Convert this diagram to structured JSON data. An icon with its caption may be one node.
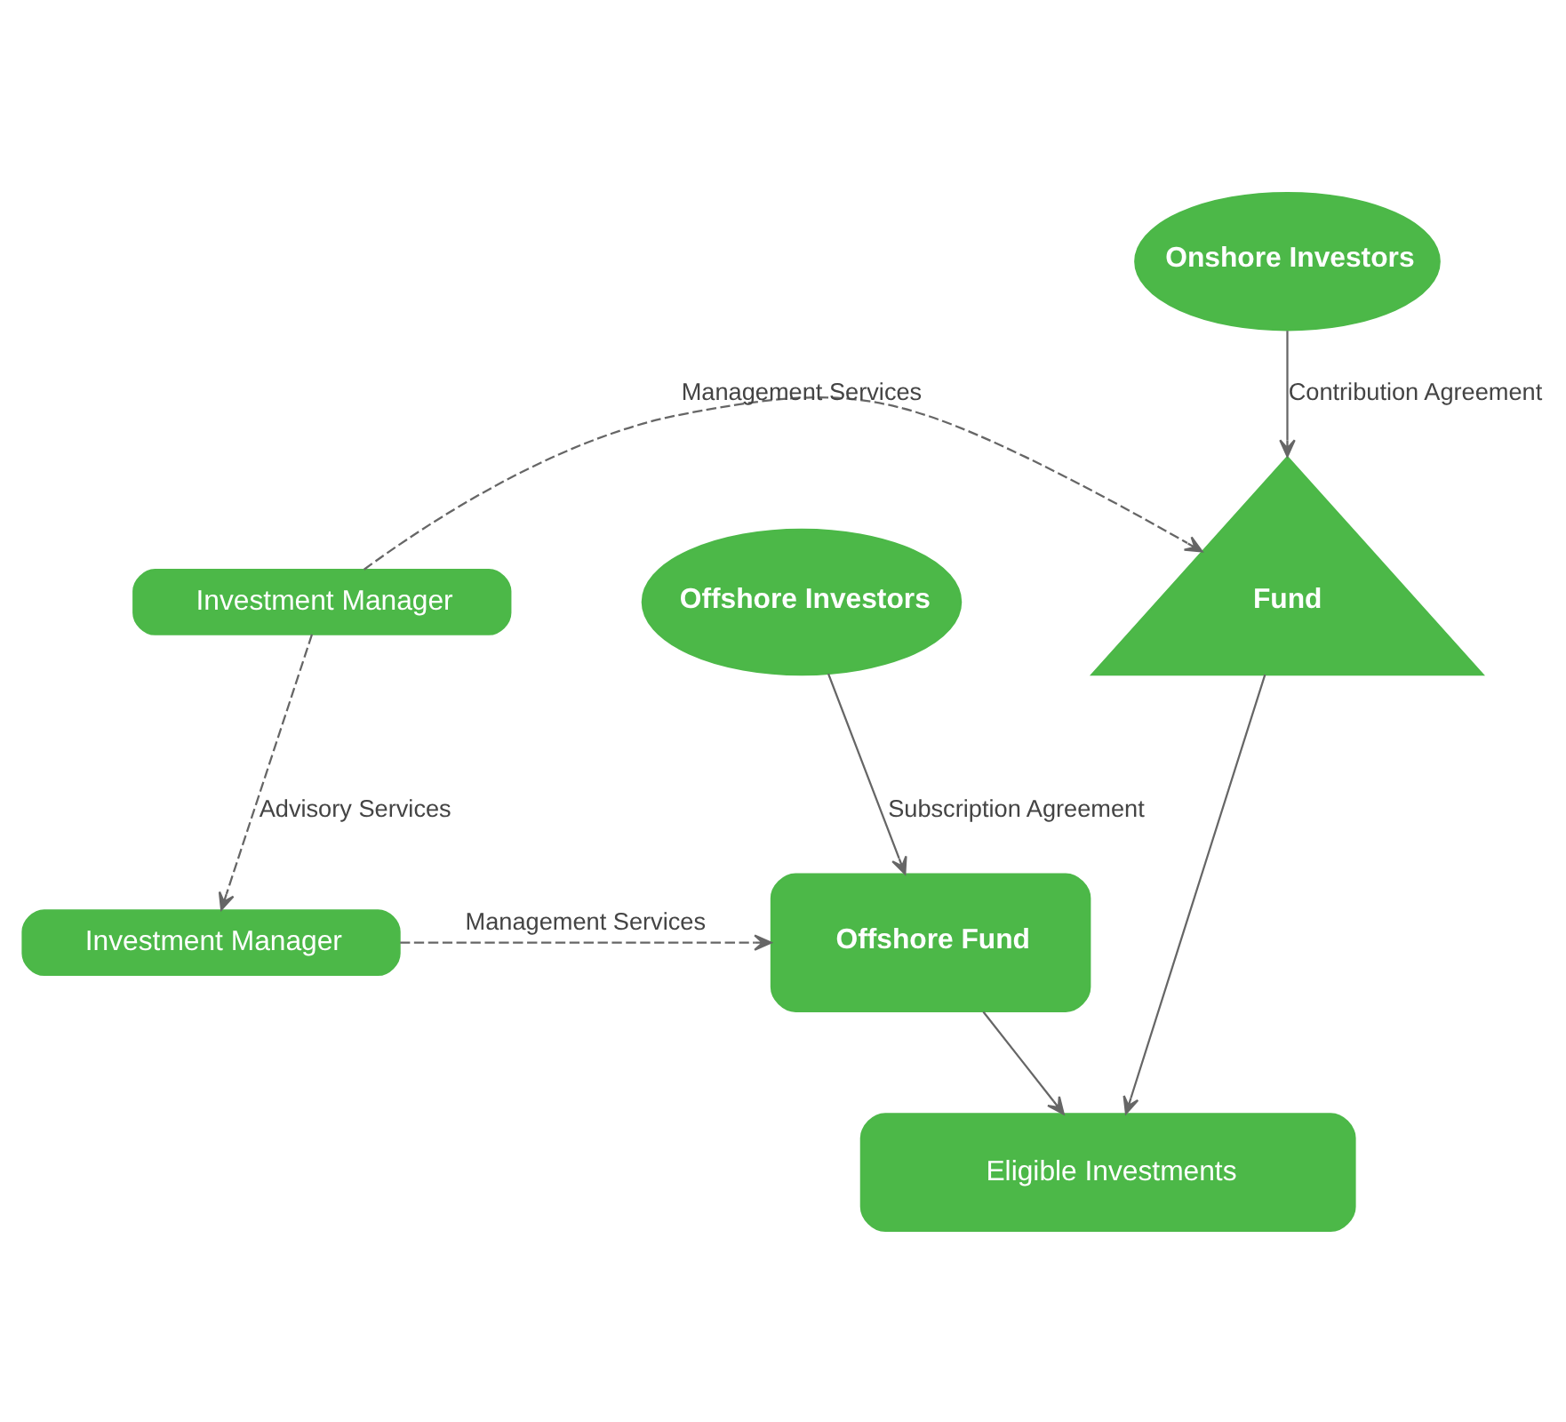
{
  "diagram": {
    "nodes": [
      {
        "text": [
          "Offshore Investors"
        ]
      },
      {
        "text": [
          "Offshore Fund"
        ]
      },
      {
        "text": [
          "Investment Manager"
        ]
      },
      {
        "text": [
          "Onshore Investors"
        ]
      },
      {
        "text": [
          "Fund"
        ]
      },
      {
        "text": [
          "Investment Manager"
        ]
      },
      {
        "text": [
          "Eligible Investments"
        ]
      }
    ],
    "edges": [
      {
        "from": 0,
        "to": 1,
        "arrow": "to",
        "label": "Subscription Agreement"
      },
      {
        "from": 2,
        "to": 1,
        "arrow": "to",
        "label": "Management Services",
        "style": "dashed"
      },
      {
        "from": 1,
        "to": 6,
        "arrow": "to"
      },
      {
        "from": 5,
        "to": 2,
        "arrow": "to",
        "label": "Advisory Services",
        "style": "dashed"
      },
      {
        "from": 3,
        "to": 4,
        "arrow": "to",
        "label": "Contribution Agreement"
      },
      {
        "from": 5,
        "to": 4,
        "arrow": "to",
        "label": "Management Services",
        "style": "dashed"
      },
      {
        "from": 4,
        "to": 6,
        "arrow": "to"
      }
    ]
  }
}
